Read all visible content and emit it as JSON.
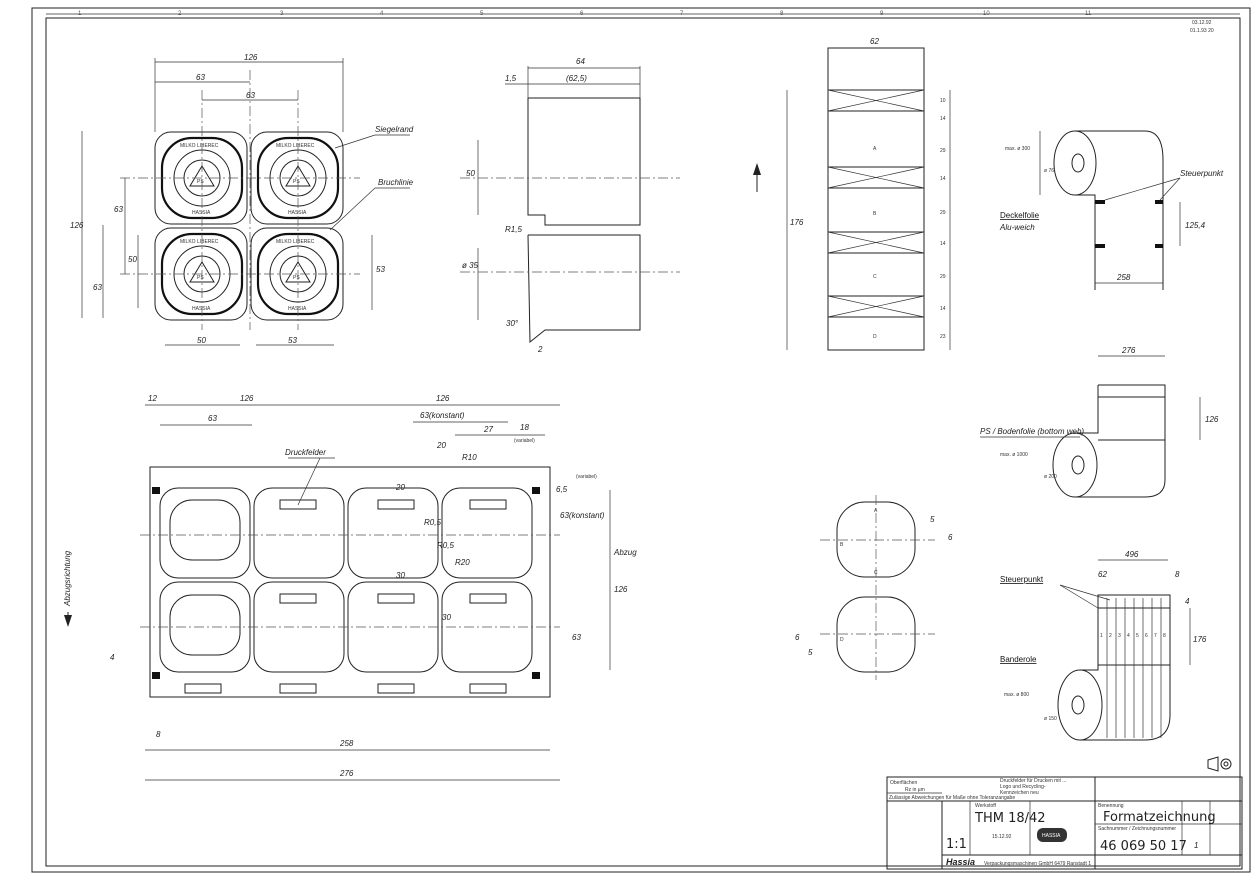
{
  "ruler": [
    "1",
    "2",
    "3",
    "4",
    "5",
    "6",
    "7",
    "8",
    "9",
    "10",
    "11"
  ],
  "corner_note": [
    "03.12.92",
    "01.1.93 20"
  ],
  "top_view": {
    "dims": [
      "126",
      "63",
      "63",
      "126",
      "63",
      "63",
      "50",
      "53",
      "50",
      "53"
    ],
    "labels": {
      "siegelrand": "Siegelrand",
      "bruchlinie": "Bruchlinie"
    },
    "cup_text": [
      "MILKO LIBEREC",
      "HASSIA",
      "PS"
    ]
  },
  "profile": {
    "dims": [
      "64",
      "(62,5)",
      "1,5",
      "50",
      "R1,5",
      "ø 35",
      "30°",
      "2"
    ]
  },
  "lid_strip": {
    "width": "62",
    "length": "176",
    "fields": [
      "A",
      "B",
      "C",
      "D"
    ],
    "segments": [
      "10",
      "14",
      "29",
      "14",
      "29",
      "14",
      "29",
      "14",
      "23"
    ]
  },
  "lid_roll": {
    "title": "Deckelfolie",
    "material": "Alu-weich",
    "core": "ø 76",
    "max": "max. ø 300",
    "steuerpunkt": "Steuerpunkt",
    "pitch": "125,4",
    "width": "258"
  },
  "bottom_web": {
    "dims": [
      "12",
      "126",
      "126",
      "63",
      "63(konstant)",
      "27",
      "18",
      "(variabel)",
      "20",
      "R10",
      "20",
      "R0,5",
      "R0,5",
      "R20",
      "30",
      "30",
      "6,5",
      "(variabel)",
      "63(konstant)",
      "Abzug",
      "126",
      "63",
      "4",
      "8",
      "258",
      "276"
    ],
    "druckfelder": "Druckfelder",
    "direction": "Abzugsrichtung"
  },
  "small_views": {
    "dims": [
      "5",
      "6",
      "6",
      "5"
    ],
    "letters": [
      "A",
      "B",
      "C",
      "D"
    ]
  },
  "bottom_roll": {
    "title": "PS / Bodenfolie (bottom web)",
    "width": "276",
    "pitch": "126",
    "core": "ø 200",
    "max": "max. ø 1000"
  },
  "banderole": {
    "title": "Banderole",
    "steuerpunkt": "Steuerpunkt",
    "width": "496",
    "lane": "62",
    "edge": "8",
    "offset": "4",
    "pitch": "176",
    "core": "ø 150",
    "max": "max. ø 800",
    "lanes": [
      "1",
      "2",
      "3",
      "4",
      "5",
      "6",
      "7",
      "8"
    ]
  },
  "title_block": {
    "surface": "Oberflächen",
    "rz": "Rz in µm",
    "tolerance_note": "Zulässige Abweichungen für Maße ohne Toleranzangabe",
    "revisions": [
      "Druckfelder für Drucken mit ...",
      "Logo und Recycling-",
      "Kennzeichen neu"
    ],
    "material_label": "Werkstoff",
    "material": "THM 18/42",
    "name_label": "Benennung",
    "name": "Formatzeichnung",
    "number_label": "Sachnummer / Zeichnungsnummer",
    "number": "46 069 50 17",
    "sheet": "1",
    "scale": "1:1",
    "date": "15.12.92",
    "company": "Hassia",
    "company_full": "Verpackungsmaschinen GmbH 6479 Ranstadt 1",
    "logo": "HASSIA"
  }
}
